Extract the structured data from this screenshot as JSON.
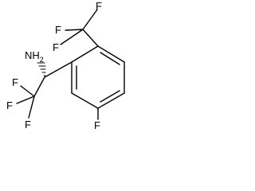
{
  "molecule": {
    "atoms": {
      "nh2": "NH",
      "nh2_subscript": "2",
      "f_cf3_ring_left": "F",
      "f_cf3_ring_right": "F",
      "f_cf3_ring_bottom": "F",
      "f_cf3_chain_top": "F",
      "f_cf3_chain_left": "F",
      "f_cf3_chain_bottom": "F",
      "f_ring": "F"
    },
    "colors": {
      "ink": "#000000",
      "background": "#ffffff"
    }
  }
}
